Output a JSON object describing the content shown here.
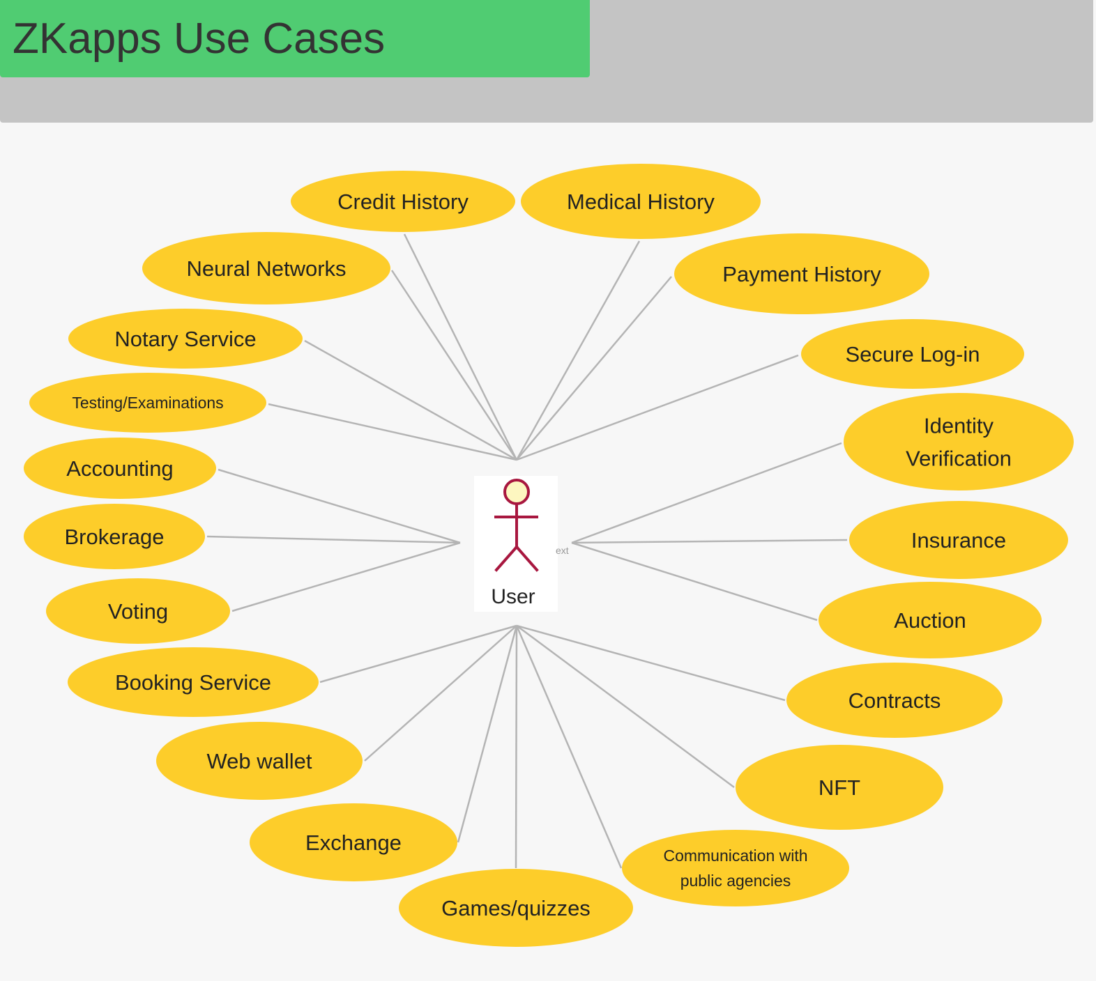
{
  "title": "ZKapps Use Cases",
  "actor": {
    "name": "User",
    "stray_text": "ext"
  },
  "use_cases": [
    {
      "id": "credit-history",
      "label": [
        "Credit History"
      ]
    },
    {
      "id": "medical-history",
      "label": [
        "Medical History"
      ]
    },
    {
      "id": "neural-networks",
      "label": [
        "Neural Networks"
      ]
    },
    {
      "id": "payment-history",
      "label": [
        "Payment History"
      ]
    },
    {
      "id": "notary-service",
      "label": [
        "Notary Service"
      ]
    },
    {
      "id": "secure-log-in",
      "label": [
        "Secure Log-in"
      ]
    },
    {
      "id": "testing-examinations",
      "label": [
        "Testing/Examinations"
      ]
    },
    {
      "id": "identity-verification",
      "label": [
        "Identity",
        "Verification"
      ]
    },
    {
      "id": "accounting",
      "label": [
        "Accounting"
      ]
    },
    {
      "id": "brokerage",
      "label": [
        "Brokerage"
      ]
    },
    {
      "id": "insurance",
      "label": [
        "Insurance"
      ]
    },
    {
      "id": "voting",
      "label": [
        "Voting"
      ]
    },
    {
      "id": "auction",
      "label": [
        "Auction"
      ]
    },
    {
      "id": "booking-service",
      "label": [
        "Booking Service"
      ]
    },
    {
      "id": "contracts",
      "label": [
        "Contracts"
      ]
    },
    {
      "id": "web-wallet",
      "label": [
        "Web wallet"
      ]
    },
    {
      "id": "nft",
      "label": [
        "NFT"
      ]
    },
    {
      "id": "exchange",
      "label": [
        "Exchange"
      ]
    },
    {
      "id": "communication-public-agencies",
      "label": [
        "Communication with",
        "public agencies"
      ]
    },
    {
      "id": "games-quizzes",
      "label": [
        "Games/quizzes"
      ]
    }
  ],
  "colors": {
    "title_bar": "#50cc72",
    "header_band": "#c4c4c4",
    "use_case_fill": "#fdcd2a",
    "connector": "#b4b4b4",
    "actor": "#a8173f"
  }
}
